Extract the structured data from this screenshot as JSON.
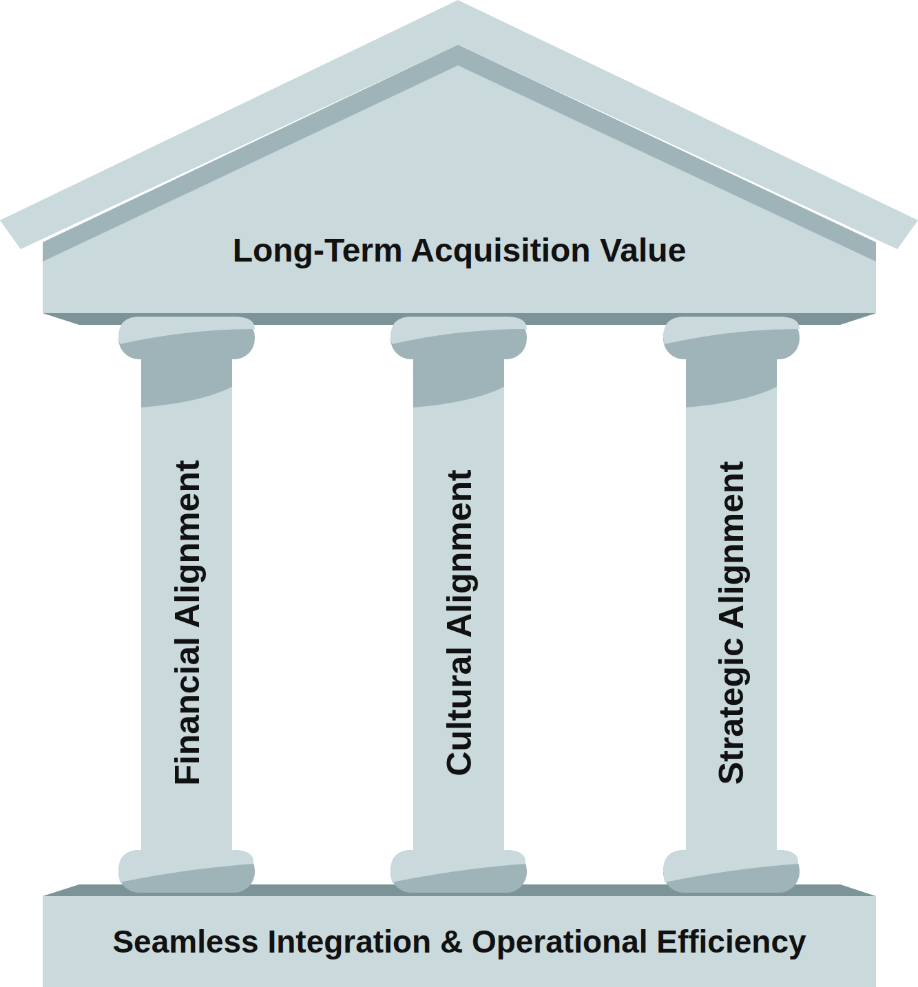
{
  "diagram": {
    "nodes": [
      {
        "text": [
          "Long-Term Acquisition Value"
        ]
      },
      {
        "text": [
          "Financial Alignment"
        ]
      },
      {
        "text": [
          "Cultural Alignment"
        ]
      },
      {
        "text": [
          "Strategic Alignment"
        ]
      },
      {
        "text": [
          "Seamless Integration & Operational Efficiency"
        ]
      }
    ]
  }
}
